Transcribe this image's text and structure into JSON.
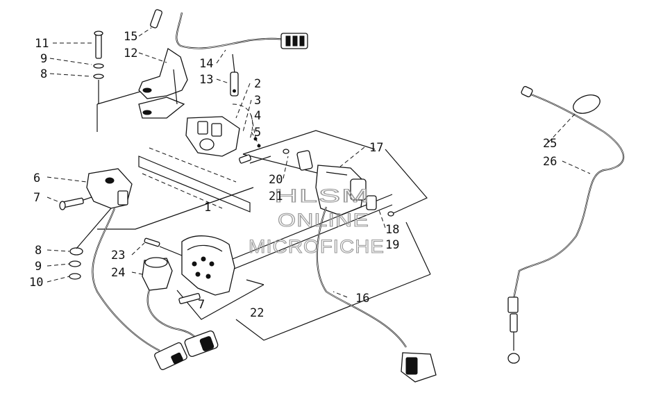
{
  "callouts": [
    {
      "id": "1",
      "label": "1"
    },
    {
      "id": "2",
      "label": "2"
    },
    {
      "id": "3",
      "label": "3"
    },
    {
      "id": "4",
      "label": "4"
    },
    {
      "id": "5",
      "label": "5"
    },
    {
      "id": "6",
      "label": "6"
    },
    {
      "id": "7a",
      "label": "7"
    },
    {
      "id": "7b",
      "label": "7"
    },
    {
      "id": "8a",
      "label": "8"
    },
    {
      "id": "8b",
      "label": "8"
    },
    {
      "id": "9a",
      "label": "9"
    },
    {
      "id": "9b",
      "label": "9"
    },
    {
      "id": "10",
      "label": "10"
    },
    {
      "id": "11",
      "label": "11"
    },
    {
      "id": "12",
      "label": "12"
    },
    {
      "id": "13",
      "label": "13"
    },
    {
      "id": "14",
      "label": "14"
    },
    {
      "id": "15",
      "label": "15"
    },
    {
      "id": "16",
      "label": "16"
    },
    {
      "id": "17",
      "label": "17"
    },
    {
      "id": "18",
      "label": "18"
    },
    {
      "id": "19",
      "label": "19"
    },
    {
      "id": "20",
      "label": "20"
    },
    {
      "id": "21",
      "label": "21"
    },
    {
      "id": "22",
      "label": "22"
    },
    {
      "id": "23",
      "label": "23"
    },
    {
      "id": "24",
      "label": "24"
    },
    {
      "id": "25",
      "label": "25"
    },
    {
      "id": "26",
      "label": "26"
    }
  ],
  "watermark": {
    "line1": "HLSM",
    "line2": "ONLINE",
    "line3": "MICROFICHE"
  }
}
